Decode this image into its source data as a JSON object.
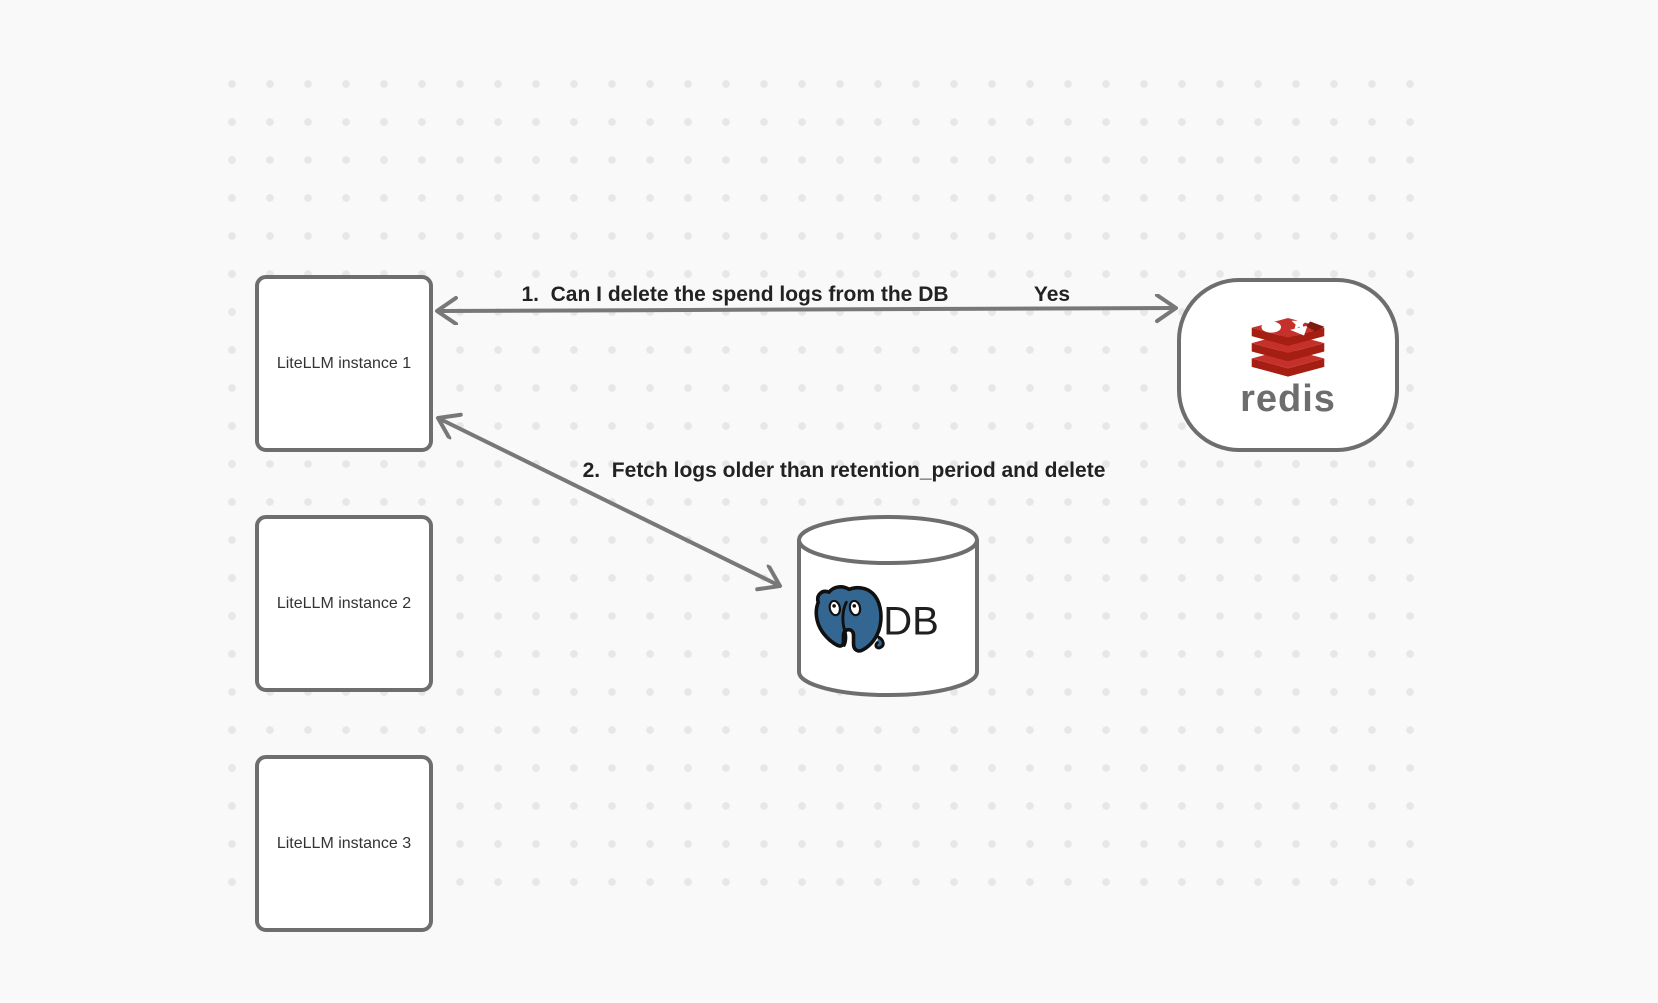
{
  "diagram": {
    "nodes": {
      "instance1": {
        "label": "LiteLLM instance 1"
      },
      "instance2": {
        "label": "LiteLLM instance 2"
      },
      "instance3": {
        "label": "LiteLLM instance 3"
      },
      "redis": {
        "wordmark": "redis",
        "logo": "redis-stack-icon"
      },
      "database": {
        "label": "DB",
        "logo": "postgresql-elephant-icon"
      }
    },
    "edges": {
      "edge1": {
        "label": "1.  Can I delete the spend logs from the DB",
        "response": "Yes"
      },
      "edge2": {
        "label": "2.  Fetch logs older than retention_period and delete"
      }
    },
    "colors": {
      "background": "#f9f9f9",
      "grid_dot": "#e7e7e7",
      "node_border": "#6e6e6e",
      "node_fill": "#ffffff",
      "arrow": "#787878",
      "edge_label_text": "#222222",
      "node_label_text": "#333333",
      "redis_red": "#c6302b",
      "redis_dark_red": "#a41e11",
      "redis_wordmark_gray": "#6d6d6d",
      "postgres_blue": "#336791"
    }
  }
}
